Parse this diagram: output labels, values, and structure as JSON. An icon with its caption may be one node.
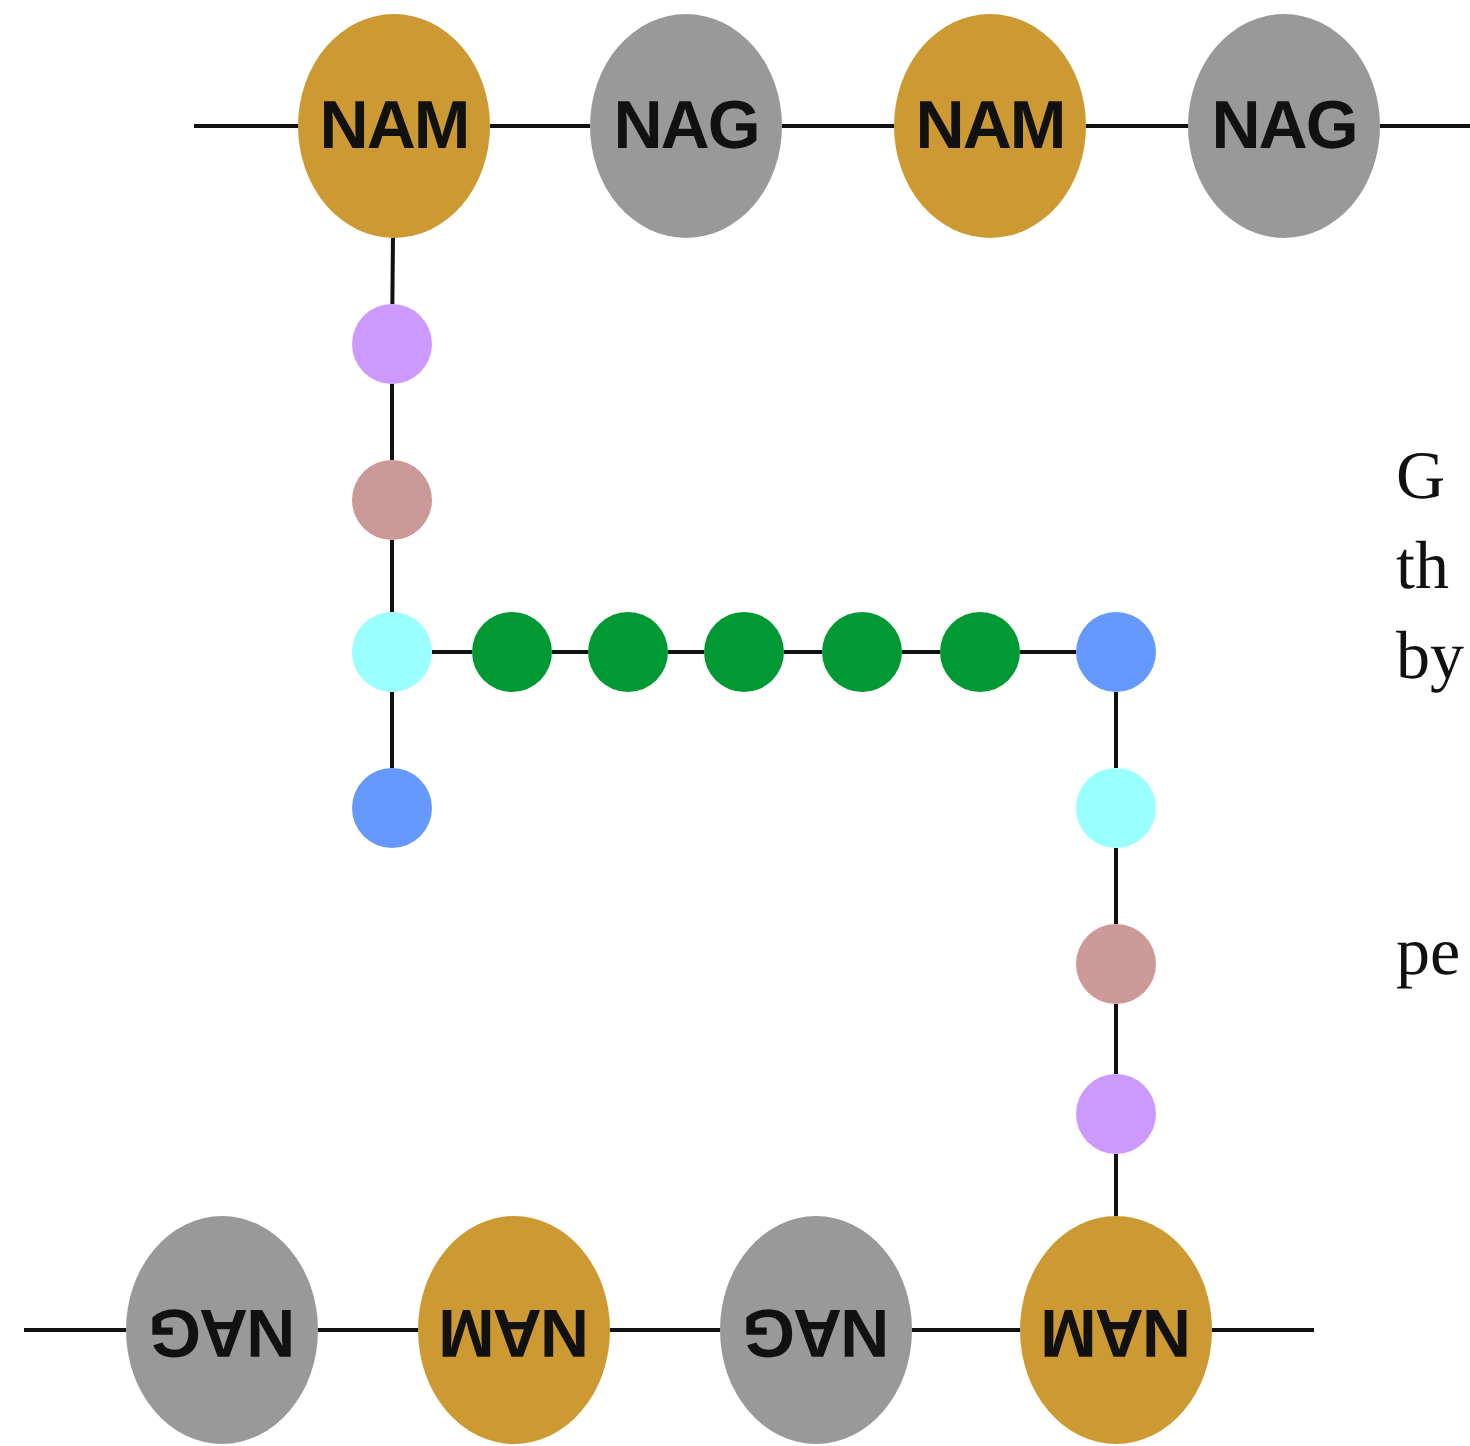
{
  "diagram": {
    "nodes": [
      {
        "text": [
          "NAM"
        ]
      },
      {
        "text": [
          "NAG"
        ]
      },
      {
        "text": [
          "NAM"
        ]
      },
      {
        "text": [
          "NAG"
        ]
      },
      {
        "text": [],
        "shape": "circle"
      },
      {
        "text": [],
        "shape": "circle"
      },
      {
        "text": [],
        "shape": "circle"
      },
      {
        "text": [],
        "shape": "circle"
      },
      {
        "text": [],
        "shape": "circle"
      },
      {
        "text": [],
        "shape": "circle"
      },
      {
        "text": [],
        "shape": "circle"
      },
      {
        "text": [],
        "shape": "circle"
      },
      {
        "text": [],
        "shape": "circle"
      },
      {
        "text": [],
        "shape": "circle"
      },
      {
        "text": [],
        "shape": "circle"
      },
      {
        "text": [],
        "shape": "circle"
      },
      {
        "text": [],
        "shape": "circle"
      },
      {
        "text": [
          "NAG"
        ]
      },
      {
        "text": [
          "NAM"
        ]
      },
      {
        "text": [
          "NAG"
        ]
      },
      {
        "text": [
          "NAM"
        ]
      }
    ],
    "edges": [
      {
        "from": null,
        "to": 0,
        "arrow": "none"
      },
      {
        "from": 0,
        "to": 1,
        "arrow": "none"
      },
      {
        "from": 1,
        "to": 2,
        "arrow": "none"
      },
      {
        "from": 2,
        "to": 3,
        "arrow": "none"
      },
      {
        "from": 3,
        "to": null,
        "arrow": "none"
      },
      {
        "from": 0,
        "to": 4,
        "arrow": "none"
      },
      {
        "from": 4,
        "to": 5,
        "arrow": "none"
      },
      {
        "from": 5,
        "to": 6,
        "arrow": "none"
      },
      {
        "from": 6,
        "to": 7,
        "arrow": "none"
      },
      {
        "from": 6,
        "to": 8,
        "arrow": "none"
      },
      {
        "from": 8,
        "to": 9,
        "arrow": "none"
      },
      {
        "from": 9,
        "to": 10,
        "arrow": "none"
      },
      {
        "from": 10,
        "to": 11,
        "arrow": "none"
      },
      {
        "from": 11,
        "to": 12,
        "arrow": "none"
      },
      {
        "from": 12,
        "to": 13,
        "arrow": "none"
      },
      {
        "from": 13,
        "to": 14,
        "arrow": "none"
      },
      {
        "from": 14,
        "to": 15,
        "arrow": "none"
      },
      {
        "from": 15,
        "to": 16,
        "arrow": "none"
      },
      {
        "from": 16,
        "to": 20,
        "arrow": "none"
      },
      {
        "from": null,
        "to": 17,
        "arrow": "none"
      },
      {
        "from": 17,
        "to": 18,
        "arrow": "none"
      },
      {
        "from": 18,
        "to": 19,
        "arrow": "none"
      },
      {
        "from": 19,
        "to": 20,
        "arrow": "none"
      },
      {
        "from": 20,
        "to": null,
        "arrow": "none"
      }
    ],
    "labels": [
      "G",
      "th",
      "by",
      "pe"
    ]
  }
}
